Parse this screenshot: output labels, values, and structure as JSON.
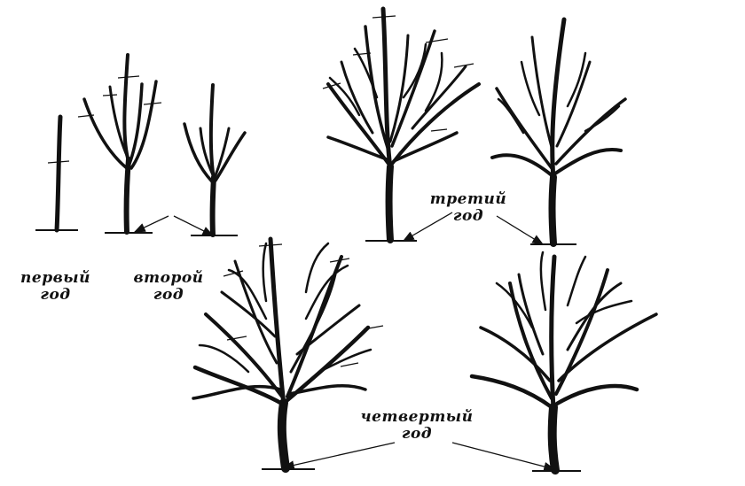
{
  "labels": {
    "year1": [
      "первый",
      "год"
    ],
    "year2": [
      "второй",
      "год"
    ],
    "year3": [
      "третий",
      "год"
    ],
    "year4": [
      "четвертый",
      "год"
    ]
  }
}
